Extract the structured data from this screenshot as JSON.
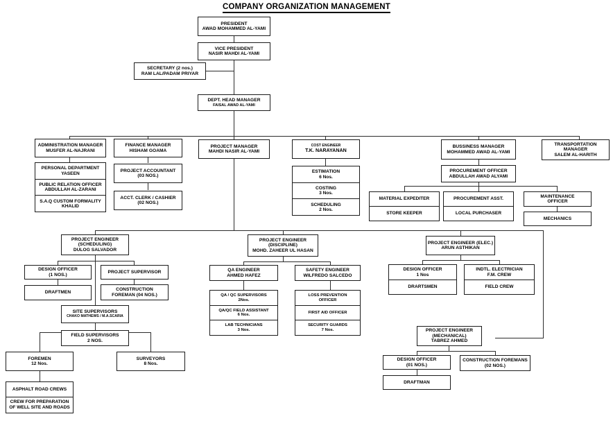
{
  "title": "COMPANY ORGANIZATION MANAGEMENT",
  "chart_data": {
    "type": "diagram",
    "diagram_kind": "organization-chart",
    "title": "COMPANY ORGANIZATION MANAGEMENT",
    "node_count": 47
  },
  "nodes": {
    "president": {
      "line1": "PRESIDENT",
      "line2": "AWAD MOHAMMED AL-YAMI"
    },
    "vice_president": {
      "line1": "VICE PRESIDENT",
      "line2": "NASIR MAHDI AL-YAMI"
    },
    "secretary": {
      "line1": "SECRETARY (2 nos.)",
      "line2": "RAM LAL/PADAM PRIYAR"
    },
    "dept_head": {
      "line1": "DEPT. HEAD MANAGER",
      "line2": "FAISAL AWAD AL-YAMI"
    },
    "admin_manager": {
      "line1": "ADMINISTRATION MANAGER",
      "line2": "MUSFER AL-NAJRANI"
    },
    "personal_dept": {
      "line1": "PERSONAL DEPARTMENT",
      "line2": "YASEEN"
    },
    "public_relation": {
      "line1": "PUBLIC RELATION OFFICER",
      "line2": "ABDULLAH AL-ZARANI"
    },
    "saq_custom": {
      "line1": "S.A.Q CUSTOM FORMALITY",
      "line2": "KHALID"
    },
    "finance_manager": {
      "line1": "FINANCE MANAGER",
      "line2": "HISHAM GOAMA"
    },
    "project_accountant": {
      "line1": "PROJECT ACCOUNTANT",
      "line2": "(03 NOS.)"
    },
    "acct_clerk": {
      "line1": "ACCT. CLERK / CASHIER",
      "line2": "(02 NOS.)"
    },
    "project_manager": {
      "line1": "PROJECT MANAGER",
      "line2": "MAHDI NASIR AL-YAMI"
    },
    "cost_engineer": {
      "line1": "COST ENGINEER",
      "line2": "T.K. NARAYANAN"
    },
    "estimation": {
      "line1": "ESTIMATION",
      "line2": "6 Nos."
    },
    "costing": {
      "line1": "COSTING",
      "line2": "3 Nos."
    },
    "scheduling": {
      "line1": "SCHEDULING",
      "line2": "2 Nos."
    },
    "business_manager": {
      "line1": "BUSSINESS MANAGER",
      "line2": "MOHAMMED AWAD AL-YAMI"
    },
    "procurement_officer": {
      "line1": "PROCUREMENT OFFICER",
      "line2": "ABDULLAH AWAD ALYAMI"
    },
    "material_expediter": {
      "line1": "MATERIAL EXPEDITER",
      "line2": ""
    },
    "store_keeper": {
      "line1": "STORE KEEPER",
      "line2": ""
    },
    "procurement_asst": {
      "line1": "PROCUREMENT ASST.",
      "line2": ""
    },
    "local_purchaser": {
      "line1": "LOCAL PURCHASER",
      "line2": ""
    },
    "maintenance_officer": {
      "line1": "MAINTENANCE",
      "line2": "OFFICER"
    },
    "mechanics": {
      "line1": "MECHANICS",
      "line2": ""
    },
    "transportation_manager": {
      "line1": "TRANSPORTATION",
      "line2": "MANAGER",
      "line3": "SALEM AL-HARITH"
    },
    "pe_scheduling": {
      "line1": "PROJECT ENGINEER",
      "line2": "(SCHEDULING)",
      "line3": "DULOG SALVADOR"
    },
    "design_officer_1": {
      "line1": "DESIGN OFFICER",
      "line2": "(1 NOS.)"
    },
    "draftmen": {
      "line1": "DRAFTMEN",
      "line2": ""
    },
    "project_supervisor": {
      "line1": "PROJECT SUPERVISOR",
      "line2": ""
    },
    "construction_foreman": {
      "line1": "CONSTRUCTION",
      "line2": "FOREMAN (04 NOS.)"
    },
    "site_supervisors": {
      "line1": "SITE SUPERVISORS",
      "line2": "CHAKO MATHEWS  /  M.A.SCARIA"
    },
    "field_supervisors": {
      "line1": "FIELD SUPERVISORS",
      "line2": "2 NOS."
    },
    "foremen": {
      "line1": "FOREMEN",
      "line2": "12 Nos."
    },
    "surveyors": {
      "line1": "SURVEYORS",
      "line2": "8 Nos."
    },
    "asphalt_crews": {
      "line1": "ASPHALT ROAD CREWS",
      "line2": ""
    },
    "well_site_crew": {
      "line1": "CREW FOR PREPARATION",
      "line2": "OF WELL SITE AND ROADS"
    },
    "pe_discipline": {
      "line1": "PROJECT ENGINEER",
      "line2": "(DISCIPLINE)",
      "line3": "MOHD. ZAHEER UL HASAN"
    },
    "qa_engineer": {
      "line1": "QA ENGINEER",
      "line2": "AHMED HAFEZ"
    },
    "qa_qc_supervisors": {
      "line1": "QA / QC SUPERVISORS",
      "line2": "2Nos."
    },
    "qa_qc_field_assistant": {
      "line1": "QA/QC FIELD ASSISTANT",
      "line2": "6 Nos."
    },
    "lab_technicians": {
      "line1": "LAB TECHNICIANS",
      "line2": "3 Nos."
    },
    "safety_engineer": {
      "line1": "SAFETY ENGINEER",
      "line2": "WILFREDO SALCEDO"
    },
    "loss_prevention": {
      "line1": "LOSS PREVENTION",
      "line2": "OFFICER"
    },
    "first_aid_officer": {
      "line1": "FIRST AID OFFICER",
      "line2": ""
    },
    "security_guards": {
      "line1": "SECURITY GUARDS",
      "line2": "7 Nos."
    },
    "pe_electrical": {
      "line1": "PROJECT ENGINEER (ELEC.)",
      "line2": "ARUN ASTHIKAN"
    },
    "design_officer_elec": {
      "line1": "DESIGN OFFICER",
      "line2": "1 Nos"
    },
    "drartsmen": {
      "line1": "DRARTSMEN",
      "line2": ""
    },
    "indtl_electrician": {
      "line1": "INDTL. ELECTRICIAN",
      "line2": "F.M. CREW"
    },
    "field_crew": {
      "line1": "FIELD CREW",
      "line2": ""
    },
    "pe_mechanical": {
      "line1": "PROJECT ENGINEER",
      "line2": "(MECHANICAL)",
      "line3": "TABREZ AHMED"
    },
    "design_officer_mech": {
      "line1": "DESIGN OFFICER",
      "line2": "(01 NOS.)"
    },
    "draftman": {
      "line1": "DRAFTMAN",
      "line2": ""
    },
    "construction_foremans": {
      "line1": "CONSTRUCTION FOREMANS",
      "line2": "(02 NOS.)"
    }
  },
  "colors": {
    "border": "#1a1a1a",
    "line": "#2b2b2b",
    "background": "#ffffff",
    "text": "#000000"
  }
}
